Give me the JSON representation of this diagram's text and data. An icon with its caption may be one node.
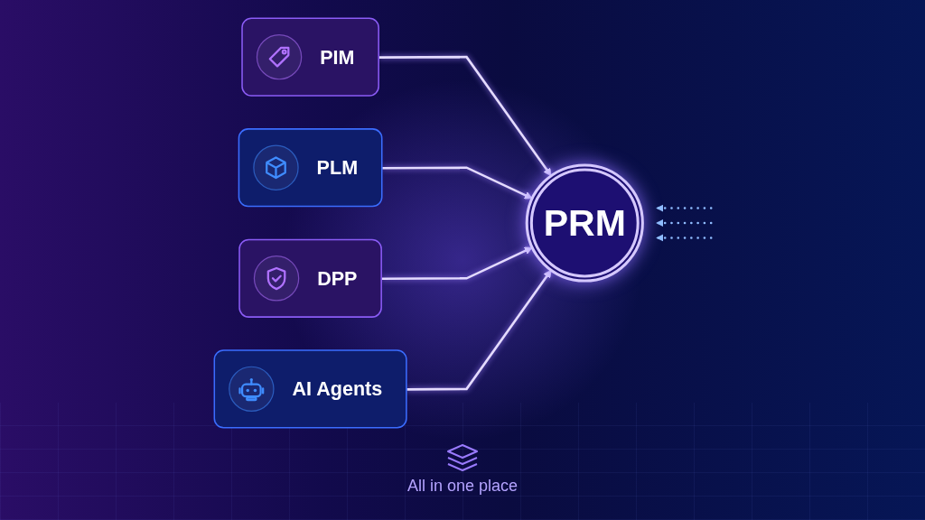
{
  "diagram": {
    "nodes": [
      {
        "text": [
          "PIM"
        ]
      },
      {
        "text": [
          "PLM"
        ]
      },
      {
        "text": [
          "PRM"
        ]
      },
      {
        "text": [
          "DPP"
        ]
      },
      {
        "text": [
          "AI Agents"
        ]
      }
    ],
    "edges": [
      {
        "from": 0,
        "to": 2,
        "arrow": "to"
      },
      {
        "from": 1,
        "to": 2,
        "arrow": "to"
      },
      {
        "from": 3,
        "to": 2,
        "arrow": "to"
      },
      {
        "from": 4,
        "to": 2,
        "arrow": "to"
      }
    ],
    "labels": [
      "All in one place"
    ]
  }
}
